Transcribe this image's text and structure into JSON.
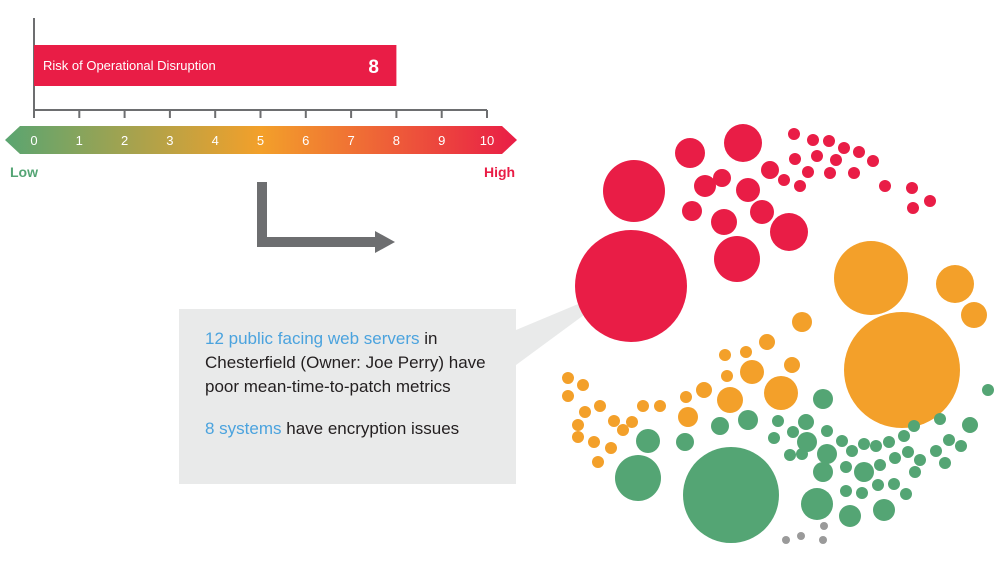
{
  "chart_data": {
    "type": "bar",
    "orientation": "horizontal",
    "categories": [
      "Risk of Operational Disruption"
    ],
    "values": [
      8
    ],
    "xlim": [
      0,
      10
    ],
    "xticks": [
      0,
      1,
      2,
      3,
      4,
      5,
      6,
      7,
      8,
      9,
      10
    ],
    "scale_low_label": "Low",
    "scale_high_label": "High",
    "bar_color": "#e91d46",
    "scale_colors": [
      "#5aa571",
      "#f3a02a",
      "#e91d46"
    ]
  },
  "callout": {
    "line1_highlight": "12 public facing web servers",
    "line1_rest": " in Chesterfield (Owner: Joe Perry) have poor mean-time-to-patch metrics",
    "line2_highlight": "8 systems",
    "line2_rest": " have encryption issues"
  },
  "colors": {
    "red": "#e91d46",
    "orange": "#f3a02a",
    "green": "#54a574",
    "gray": "#9a9a9a",
    "arrow": "#6d6e70",
    "highlight_text": "#4ba3de",
    "callout_bg": "#e9eaea"
  }
}
